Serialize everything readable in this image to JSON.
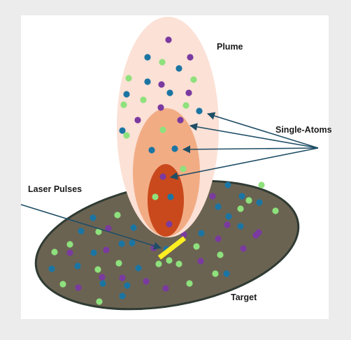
{
  "labels": {
    "plume": "Plume",
    "single_atoms": "Single-Atoms",
    "laser_pulses": "Laser Pulses",
    "target": "Target"
  },
  "colors": {
    "background": "#ececec",
    "panel": "#ffffff",
    "target_fill": "#6b6352",
    "target_stroke": "#2f3b33",
    "plume_outer": "#fbe1d6",
    "plume_mid": "#f2ac84",
    "plume_inner": "#c9491c",
    "laser_beam": "#ffee22",
    "arrow": "#1f4e66",
    "atom_purple": "#7a3aa0",
    "atom_blue": "#1b75a3",
    "atom_green": "#8ee17c"
  }
}
